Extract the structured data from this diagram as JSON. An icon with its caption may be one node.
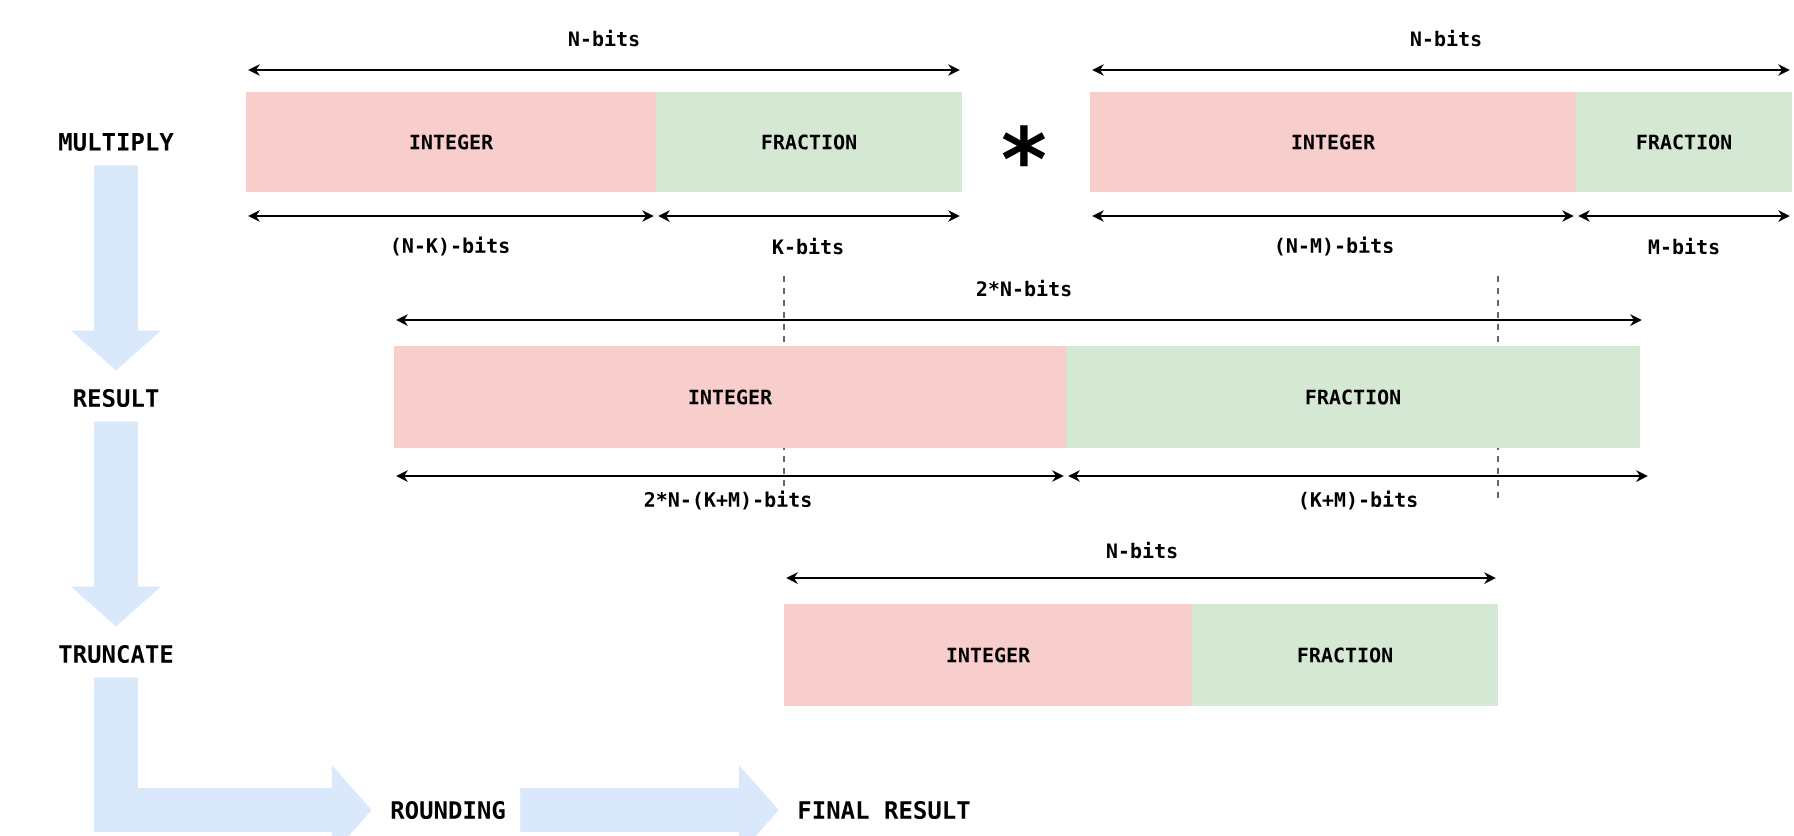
{
  "diagram": {
    "nodes": [
      {
        "text": [
          "MULTIPLY"
        ]
      },
      {
        "text": [
          "RESULT"
        ]
      },
      {
        "text": [
          "TRUNCATE"
        ]
      },
      {
        "text": [
          "ROUNDING"
        ]
      },
      {
        "text": [
          "FINAL RESULT"
        ]
      },
      {
        "text": [
          "INTEGER"
        ]
      },
      {
        "text": [
          "FRACTION"
        ]
      },
      {
        "text": [
          "INTEGER"
        ]
      },
      {
        "text": [
          "FRACTION"
        ]
      },
      {
        "text": [
          "INTEGER"
        ]
      },
      {
        "text": [
          "FRACTION"
        ]
      },
      {
        "text": [
          "INTEGER"
        ]
      },
      {
        "text": [
          "FRACTION"
        ]
      }
    ],
    "edges": [
      {
        "from": 0,
        "to": 1,
        "arrow": "to"
      },
      {
        "from": 1,
        "to": 2,
        "arrow": "to"
      },
      {
        "from": 2,
        "to": 3,
        "arrow": "to"
      },
      {
        "from": 3,
        "to": 4,
        "arrow": "to"
      }
    ],
    "labels": [
      "N-bits",
      "*",
      "N-bits",
      "(N-K)-bits",
      "K-bits",
      "(N-M)-bits",
      "M-bits",
      "2*N-bits",
      "2*N-(K+M)-bits",
      "(K+M)-bits",
      "N-bits"
    ]
  }
}
